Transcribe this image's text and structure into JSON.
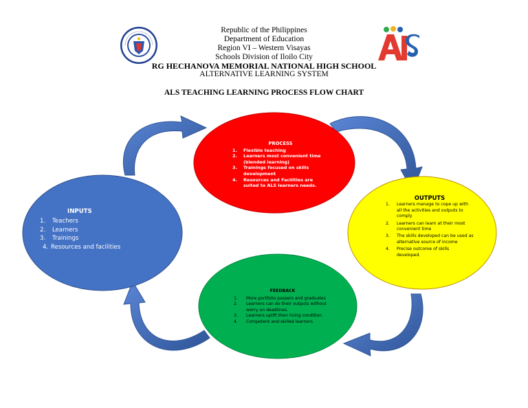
{
  "header": {
    "line1": "Republic of the Philippines",
    "line2": "Department of Education",
    "line3": "Region VI – Western Visayas",
    "line4": "Schools Division of Iloilo City",
    "school": "RG HECHANOVA MEMORIAL NATIONAL HIGH SCHOOL",
    "program": "ALTERNATIVE LEARNING SYSTEM",
    "title": "ALS TEACHING LEARNING PROCESS FLOW CHART"
  },
  "logos": {
    "left_seal_text": "KAGAWARAN NG EDUKASYON",
    "left_seal_bottom": "REPUBLIKA NG PILIPINAS",
    "right_logo_text": "ALS"
  },
  "colors": {
    "process": "#ff0000",
    "inputs": "#4472c4",
    "outputs": "#ffff00",
    "feedback": "#00b050",
    "arrow": "#4472c4"
  },
  "inputs": {
    "title": "INPUTS",
    "items": [
      {
        "num": "1.",
        "text": "Teachers"
      },
      {
        "num": "2.",
        "text": "Learners"
      },
      {
        "num": "3.",
        "text": "Trainings"
      },
      {
        "num": "4.",
        "text": "Resources and facilities"
      }
    ]
  },
  "process": {
    "title": "PROCESS",
    "items": [
      {
        "num": "1.",
        "text": "Flexible teaching"
      },
      {
        "num": "2.",
        "text": "Learners most convenient time (blended learning)"
      },
      {
        "num": "3.",
        "text": "Trainings focused on skills development"
      },
      {
        "num": "4.",
        "text": "Resources and Facilities are suited to ALS learners needs."
      }
    ]
  },
  "outputs": {
    "title": "OUTPUTS",
    "items": [
      {
        "num": "1.",
        "text": "Learners manage to cope up with all the activities and outputs to comply"
      },
      {
        "num": "2.",
        "text": "Learners can learn at their most convenient time"
      },
      {
        "num": "3.",
        "text": "The skills developed can be used as alternative source of income"
      },
      {
        "num": "4.",
        "text": "Precise outcome of skills developed."
      }
    ]
  },
  "feedback": {
    "title": "FEEDBACK",
    "items": [
      {
        "num": "1.",
        "text": "More portfolio passers and graduates"
      },
      {
        "num": "2.",
        "text": "Learners can do their outputs without worry on deadlines."
      },
      {
        "num": "3.",
        "text": "Learners uplift their living condition"
      },
      {
        "num": "4.",
        "text": "Competent and skilled learners"
      }
    ]
  }
}
